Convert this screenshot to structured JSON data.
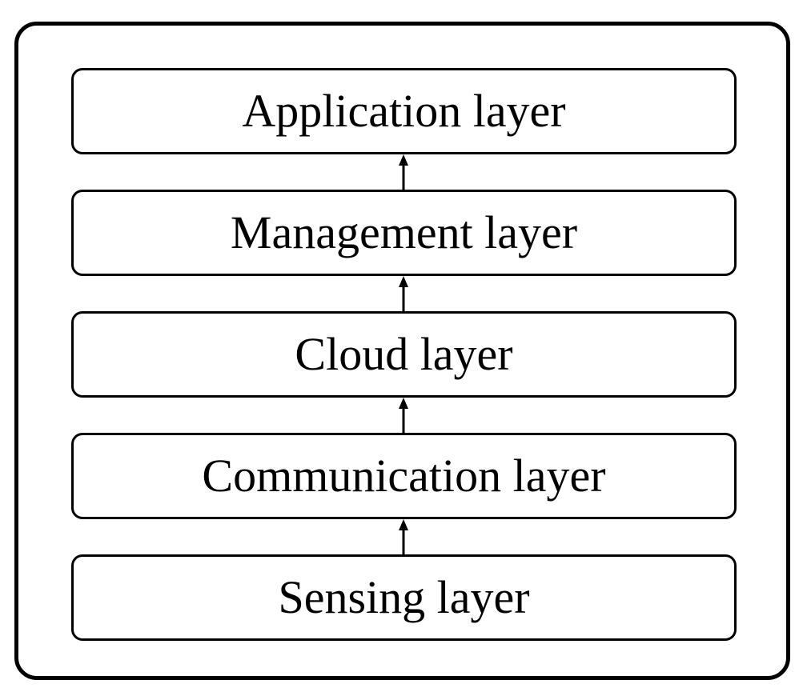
{
  "diagram": {
    "layers": [
      {
        "label": "Application layer"
      },
      {
        "label": "Management layer"
      },
      {
        "label": "Cloud layer"
      },
      {
        "label": "Communication layer"
      },
      {
        "label": "Sensing layer"
      }
    ],
    "arrow_direction": "up",
    "colors": {
      "stroke": "#000000",
      "background": "#ffffff"
    }
  }
}
